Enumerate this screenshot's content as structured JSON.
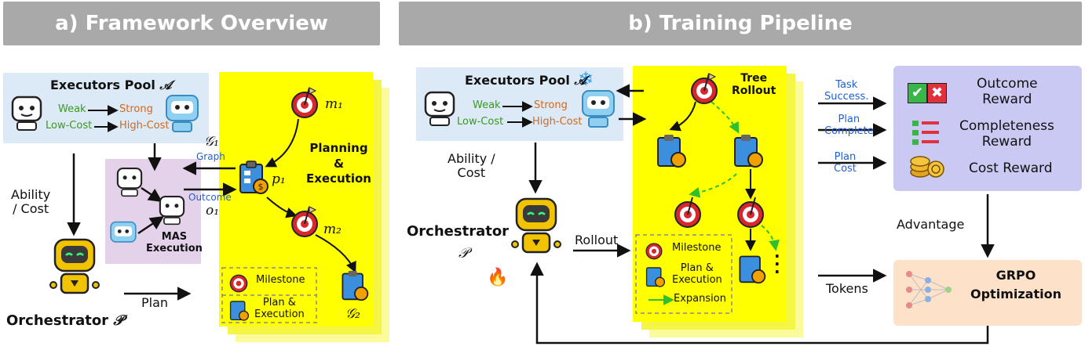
{
  "left": {
    "header": "a) Framework Overview",
    "executors_pool": {
      "title": "Executors Pool",
      "symbol": "𝒜",
      "weak": "Weak",
      "strong": "Strong",
      "low_cost": "Low-Cost",
      "high_cost": "High-Cost"
    },
    "ability_cost": {
      "line1": "Ability",
      "line2": "/ Cost"
    },
    "orchestrator": {
      "label": "Orchestrator",
      "symbol": "𝒫"
    },
    "plan_label": "Plan",
    "mas": {
      "line1": "MAS",
      "line2": "Execution"
    },
    "graph": {
      "symbol": "𝒢₁",
      "label": "Graph"
    },
    "outcome": {
      "label": "Outcome",
      "symbol": "o₁"
    },
    "nodes": {
      "m1": "m₁",
      "p1": "p₁",
      "m2": "m₂",
      "g2": "𝒢₂"
    },
    "planning": {
      "line1": "Planning",
      "line2": "&",
      "line3": "Execution"
    },
    "legend": {
      "milestone": "Milestone",
      "plan_line1": "Plan &",
      "plan_line2": "Execution"
    }
  },
  "right": {
    "header": "b) Training Pipeline",
    "executors_pool": {
      "title": "Executors Pool",
      "symbol": "𝒜",
      "weak": "Weak",
      "strong": "Strong",
      "low_cost": "Low-Cost",
      "high_cost": "High-Cost"
    },
    "ability_cost": {
      "line1": "Ability /",
      "line2": "Cost"
    },
    "orchestrator": {
      "label": "Orchestrator",
      "symbol": "𝒫"
    },
    "rollout_label": "Rollout",
    "tree": {
      "line1": "Tree",
      "line2": "Rollout"
    },
    "legend": {
      "milestone": "Milestone",
      "plan_line1": "Plan &",
      "plan_line2": "Execution",
      "expansion": "Expansion"
    },
    "signals": [
      {
        "line1": "Task",
        "line2": "Success."
      },
      {
        "line1": "Plan",
        "line2": "Complete"
      },
      {
        "line1": "Plan",
        "line2": "Cost"
      }
    ],
    "rewards": {
      "outcome_1": "Outcome",
      "outcome_2": "Reward",
      "complete_1": "Completeness",
      "complete_2": "Reward",
      "cost": "Cost Reward"
    },
    "advantage": "Advantage",
    "tokens": "Tokens",
    "grpo": {
      "line1": "GRPO",
      "line2": "Optimization"
    }
  }
}
